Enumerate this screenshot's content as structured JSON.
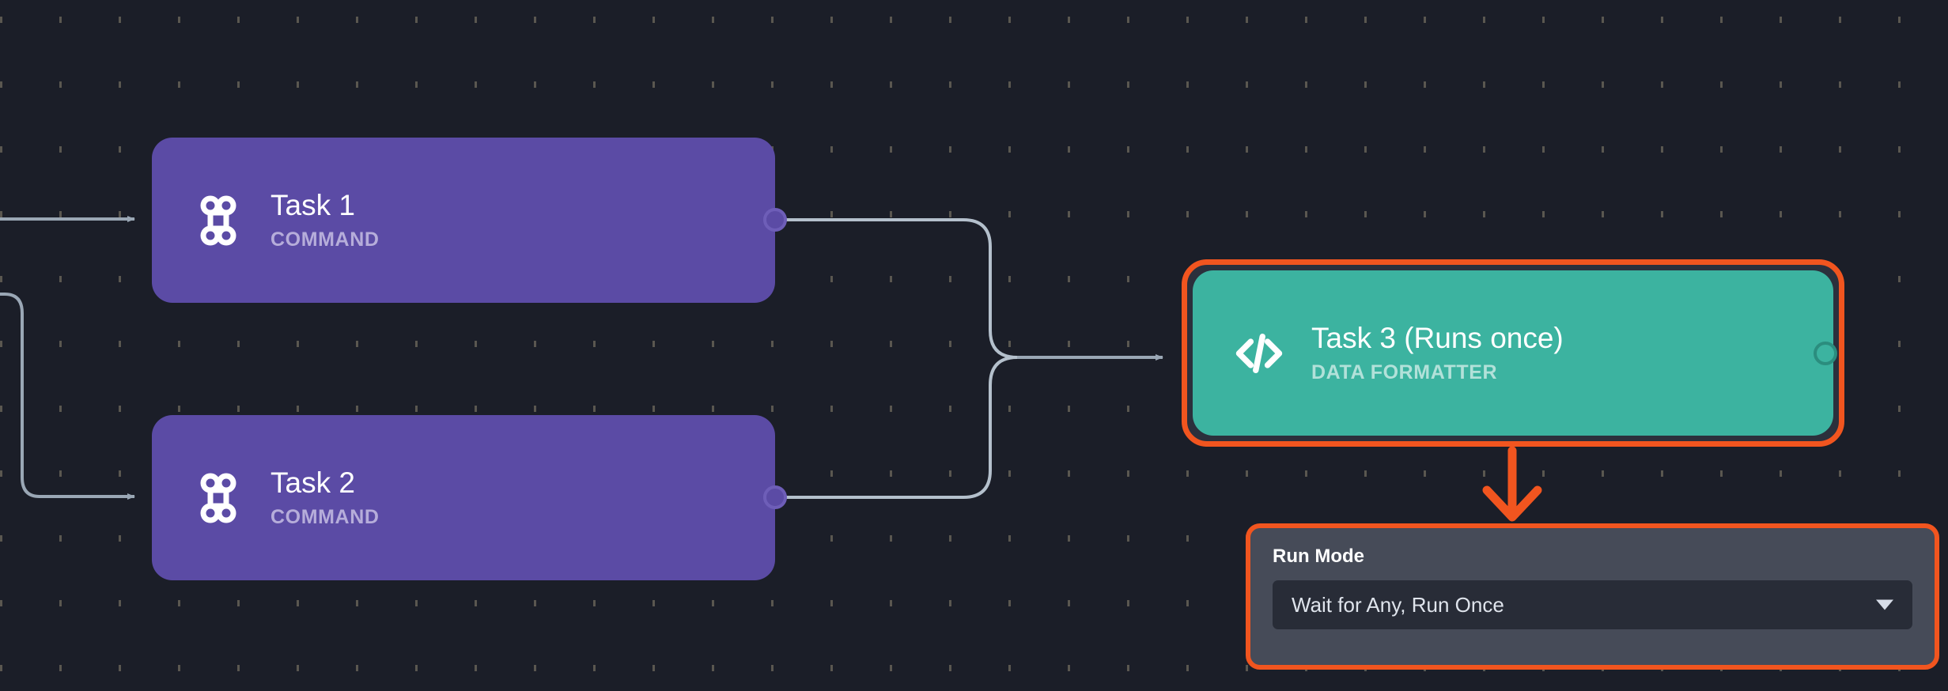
{
  "canvas": {
    "background_color": "#1b1e28",
    "grid_dot_color": "#5a5750"
  },
  "nodes": [
    {
      "id": "task-1",
      "title": "Task 1",
      "subtitle": "COMMAND",
      "icon": "command-icon",
      "color": "#5b4ba5",
      "selected": false
    },
    {
      "id": "task-2",
      "title": "Task 2",
      "subtitle": "COMMAND",
      "icon": "command-icon",
      "color": "#5b4ba5",
      "selected": false
    },
    {
      "id": "task-3",
      "title": "Task 3 (Runs once)",
      "subtitle": "DATA FORMATTER",
      "icon": "code-icon",
      "color": "#3cb3a0",
      "selected": true,
      "highlight_color": "#f1551f"
    }
  ],
  "edges": {
    "stroke_color": "#9aa7b5",
    "callout_arrow_color": "#f1551f"
  },
  "run_mode_panel": {
    "label": "Run Mode",
    "selected_value": "Wait for Any, Run Once",
    "border_color": "#f1551f",
    "background_color": "#464b58",
    "caret": "chevron-down-icon"
  }
}
